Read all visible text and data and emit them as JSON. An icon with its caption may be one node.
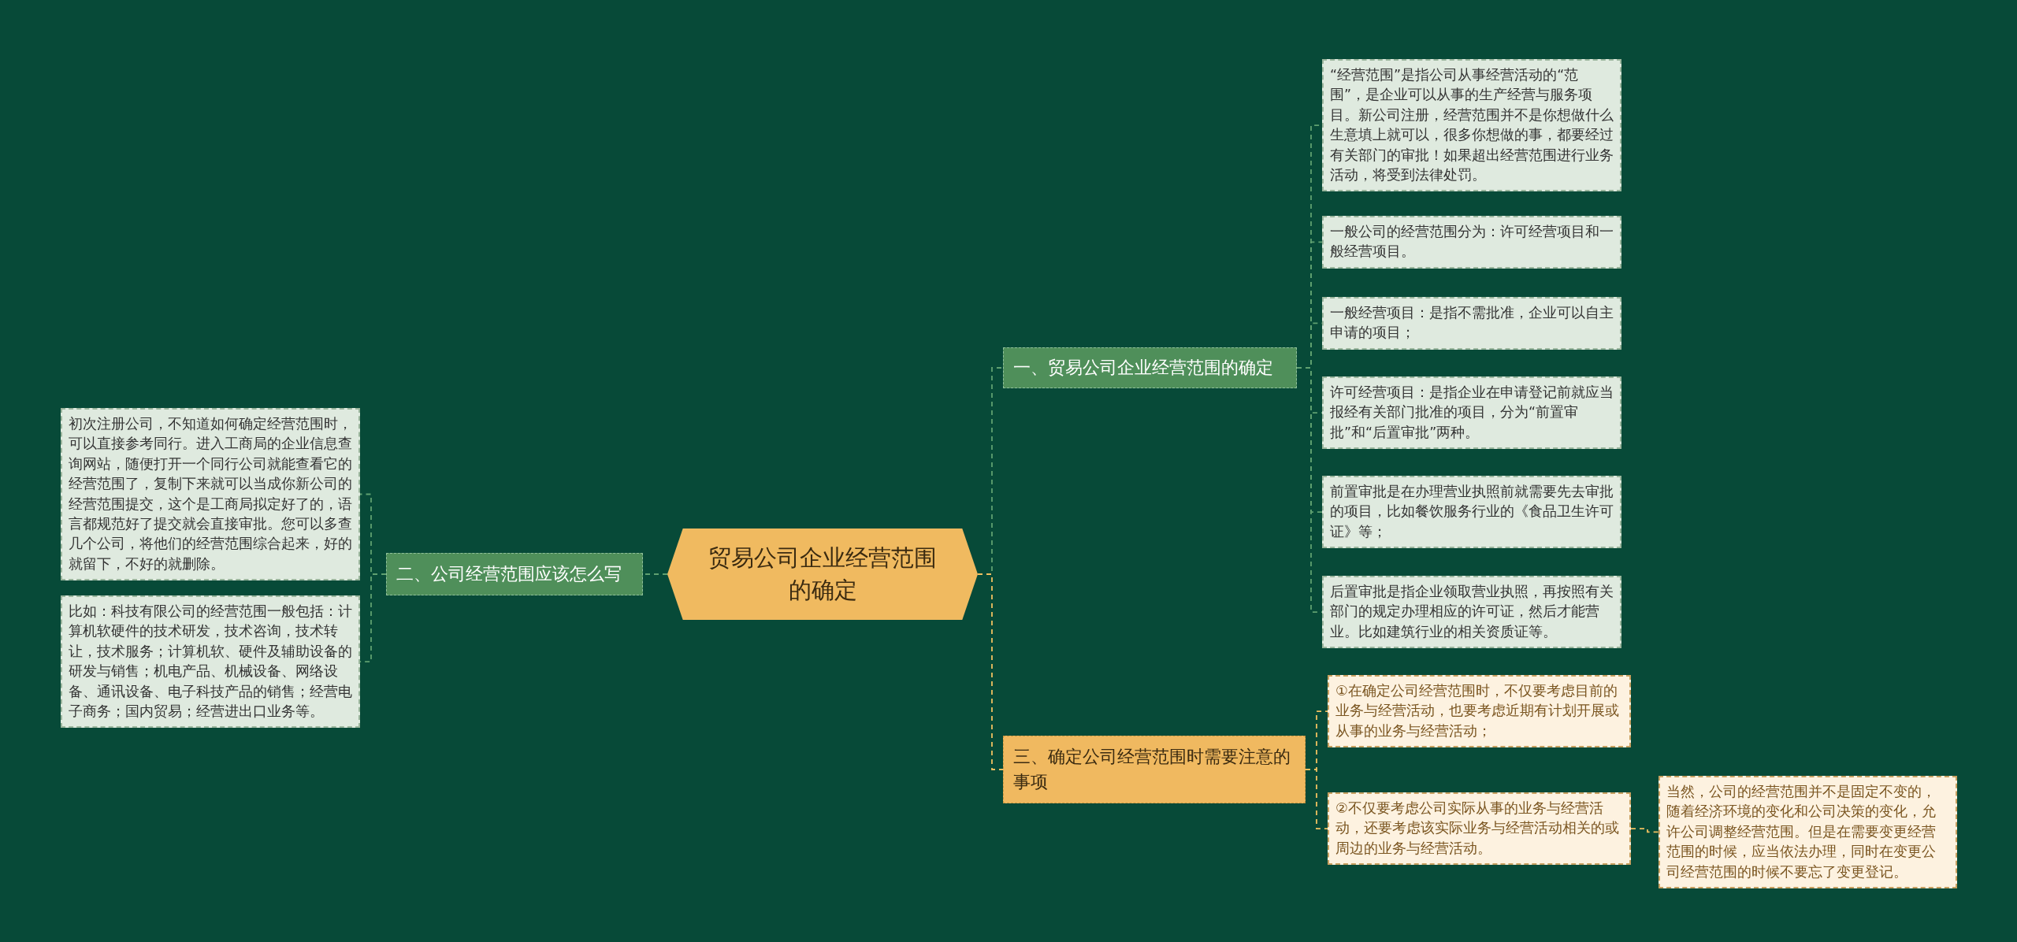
{
  "diagram": {
    "nodes": [
      {
        "text": [
          "贸易公司企业经营范围的确定"
        ]
      },
      {
        "text": [
          "一、贸易公司企业经营范围的确定"
        ]
      },
      {
        "text": [
          "“经营范围”是指公司从事经营活动的“范围”，是企业可以从事的生产经营与服务项目。新公司注册，经营范围并不是你想做什么生意填上就可以，很多你想做的事，都要经过有关部门的审批！如果超出经营范围进行业务活动，将受到法律处罚。"
        ]
      },
      {
        "text": [
          "一般公司的经营范围分为：许可经营项目和一般经营项目。"
        ]
      },
      {
        "text": [
          "一般经营项目：是指不需批准，企业可以自主申请的项目；"
        ]
      },
      {
        "text": [
          "许可经营项目：是指企业在申请登记前就应当报经有关部门批准的项目，分为“前置审批”和“后置审批”两种。"
        ]
      },
      {
        "text": [
          "前置审批是在办理营业执照前就需要先去审批的项目，比如餐饮服务行业的《食品卫生许可证》等；"
        ]
      },
      {
        "text": [
          "后置审批是指企业领取营业执照，再按照有关部门的规定办理相应的许可证，然后才能营业。比如建筑行业的相关资质证等。"
        ]
      },
      {
        "text": [
          "三、确定公司经营范围时需要注意的事项"
        ]
      },
      {
        "text": [
          "①在确定公司经营范围时，不仅要考虑目前的业务与经营活动，也要考虑近期有计划开展或从事的业务与经营活动；"
        ]
      },
      {
        "text": [
          "②不仅要考虑公司实际从事的业务与经营活动，还要考虑该实际业务与经营活动相关的或周边的业务与经营活动。"
        ]
      },
      {
        "text": [
          "当然，公司的经营范围并不是固定不变的，随着经济环境的变化和公司决策的变化，允许公司调整经营范围。但是在需要变更经营范围的时候，应当依法办理，同时在变更公司经营范围的时候不要忘了变更登记。"
        ]
      },
      {
        "text": [
          "二、公司经营范围应该怎么写"
        ]
      },
      {
        "text": [
          "初次注册公司，不知道如何确定经营范围时，可以直接参考同行。进入工商局的企业信息查询网站，随便打开一个同行公司就能查看它的经营范围了，复制下来就可以当成你新公司的经营范围提交，这个是工商局拟定好了的，语言都规范好了提交就会直接审批。您可以多查几个公司，将他们的经营范围综合起来，好的就留下，不好的就删除。"
        ]
      },
      {
        "text": [
          "比如：科技有限公司的经营范围一般包括：计算机软硬件的技术研发，技术咨询，技术转让，技术服务；计算机软、硬件及辅助设备的研发与销售；机电产品、机械设备、网络设备、通讯设备、电子科技产品的销售；经营电子商务；国内贸易；经营进出口业务等。"
        ]
      }
    ],
    "edges": [
      {
        "from": 0,
        "to": 1,
        "arrow": "none"
      },
      {
        "from": 1,
        "to": 2,
        "arrow": "none"
      },
      {
        "from": 1,
        "to": 3,
        "arrow": "none"
      },
      {
        "from": 1,
        "to": 4,
        "arrow": "none"
      },
      {
        "from": 1,
        "to": 5,
        "arrow": "none"
      },
      {
        "from": 1,
        "to": 6,
        "arrow": "none"
      },
      {
        "from": 1,
        "to": 7,
        "arrow": "none"
      },
      {
        "from": 0,
        "to": 8,
        "arrow": "none",
        "color": "#f0c060"
      },
      {
        "from": 8,
        "to": 9,
        "arrow": "none",
        "color": "#f0c060"
      },
      {
        "from": 8,
        "to": 10,
        "arrow": "none",
        "color": "#f0c060"
      },
      {
        "from": 10,
        "to": 11,
        "arrow": "none",
        "color": "#f0c060"
      },
      {
        "from": 0,
        "to": 12,
        "arrow": "none"
      },
      {
        "from": 12,
        "to": 13,
        "arrow": "none"
      },
      {
        "from": 12,
        "to": 14,
        "arrow": "none"
      }
    ]
  }
}
